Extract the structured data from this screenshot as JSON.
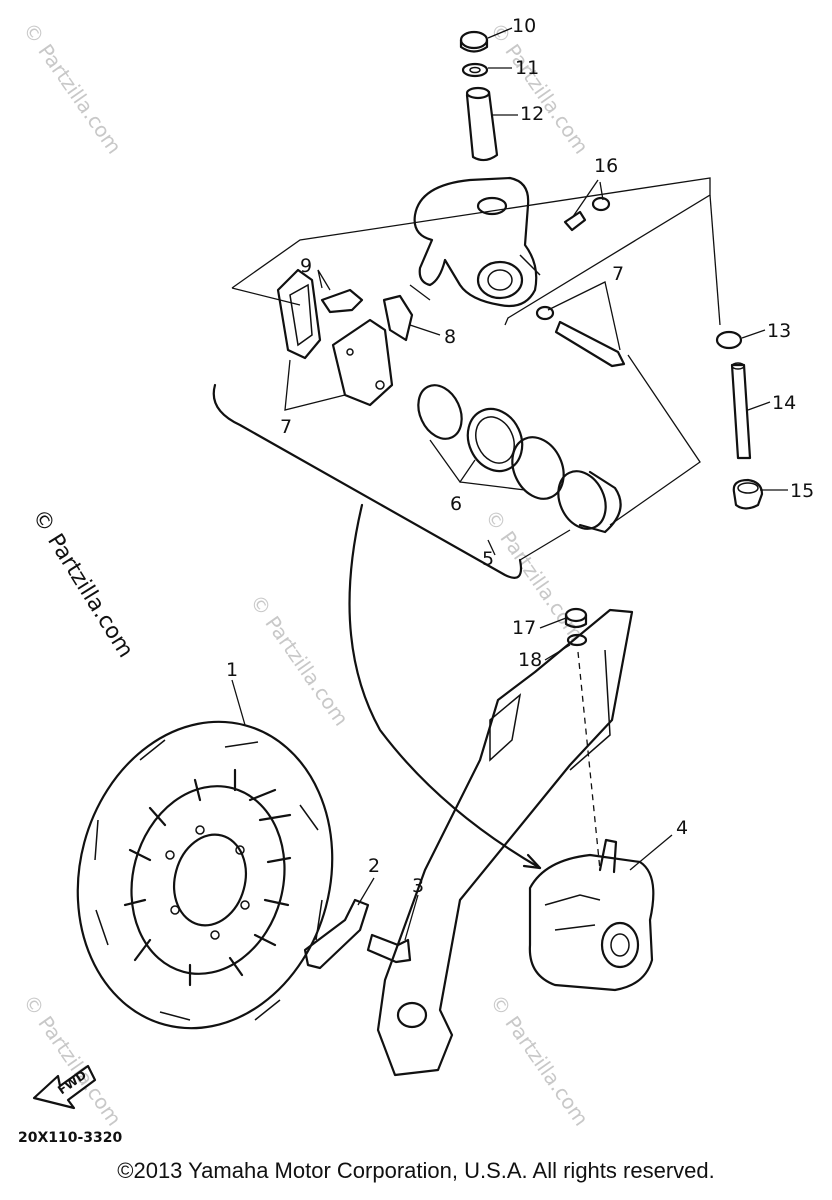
{
  "watermarks": [
    "© Partzilla.com",
    "© Partzilla.com",
    "© Partzilla.com",
    "© Partzilla.com",
    "© Partzilla.com",
    "© Partzilla.com",
    "© Partzilla.com"
  ],
  "callouts": {
    "c1": "1",
    "c2": "2",
    "c3": "3",
    "c4": "4",
    "c5": "5",
    "c6": "6",
    "c7a": "7",
    "c7b": "7",
    "c8": "8",
    "c9": "9",
    "c10": "10",
    "c11": "11",
    "c12": "12",
    "c13": "13",
    "c14": "14",
    "c15": "15",
    "c16": "16",
    "c17": "17",
    "c18": "18"
  },
  "fwd_label": "FWD",
  "diagram_code": "20X110-3320",
  "copyright": "©2013  Yamaha Motor Corporation, U.S.A. All rights reserved."
}
